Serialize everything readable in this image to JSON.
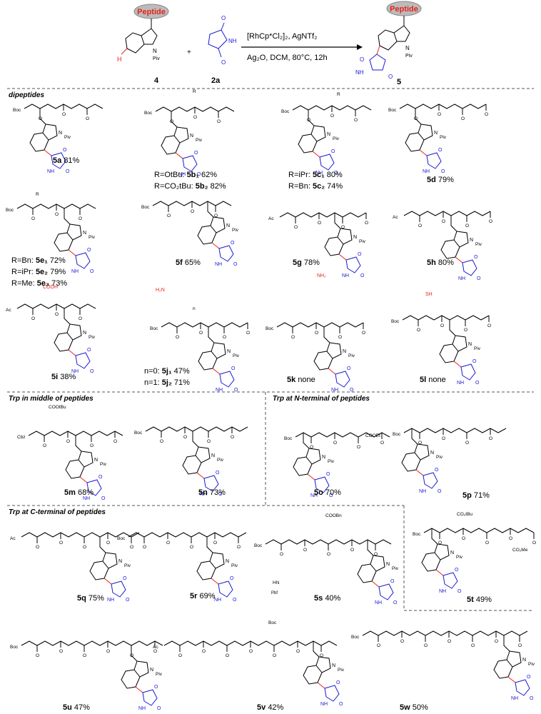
{
  "scheme": {
    "reactant_label": "4",
    "maleimide_label": "2a",
    "product_label": "5",
    "peptide_tag": "Peptide",
    "piv": "Piv",
    "nh": "NH",
    "o": "O",
    "h": "H",
    "n": "N",
    "plus": "+",
    "cond_line1": "[RhCp*Cl₂]₂,  AgNTf₂",
    "cond_line2": "Ag₂O, DCM, 80°C, 12h"
  },
  "sections": {
    "dipeptides": "dipeptides",
    "middle": "Trp in middle of peptides",
    "nterm": "Trp at N-terminal of peptides",
    "cterm": "Trp at C-terminal of peptides"
  },
  "compounds": {
    "c5a": {
      "id": "5a",
      "yield": "81%"
    },
    "c5b1": {
      "r": "R=OtBu:",
      "id": "5b₁",
      "yield": "62%"
    },
    "c5b2": {
      "r": "R=CO₂tBu:",
      "id": "5b₂",
      "yield": "82%"
    },
    "c5c1": {
      "r": "R=iPr:",
      "id": "5c₁",
      "yield": "80%"
    },
    "c5c2": {
      "r": "R=Bn:",
      "id": "5c₂",
      "yield": "74%"
    },
    "c5d": {
      "id": "5d",
      "yield": "79%"
    },
    "c5e1": {
      "r": "R=Bn:",
      "id": "5e₁",
      "yield": "72%"
    },
    "c5e2": {
      "r": "R=iPr:",
      "id": "5e₂",
      "yield": "79%"
    },
    "c5e3": {
      "r": "R=Me:",
      "id": "5e₃",
      "yield": "73%"
    },
    "c5f": {
      "id": "5f",
      "yield": "65%"
    },
    "c5g": {
      "id": "5g",
      "yield": "78%"
    },
    "c5h": {
      "id": "5h",
      "yield": "80%"
    },
    "c5i": {
      "id": "5i",
      "yield": "38%"
    },
    "c5j1": {
      "r": "n=0:",
      "id": "5j₁",
      "yield": "47%"
    },
    "c5j2": {
      "r": "n=1:",
      "id": "5j₂",
      "yield": "71%"
    },
    "c5k": {
      "id": "5k",
      "yield": "none"
    },
    "c5l": {
      "id": "5l",
      "yield": "none"
    },
    "c5m": {
      "id": "5m",
      "yield": "68%"
    },
    "c5n": {
      "id": "5n",
      "yield": "73%"
    },
    "c5o": {
      "id": "5o",
      "yield": "70%"
    },
    "c5p": {
      "id": "5p",
      "yield": "71%"
    },
    "c5q": {
      "id": "5q",
      "yield": "75%"
    },
    "c5r": {
      "id": "5r",
      "yield": "69%"
    },
    "c5s": {
      "id": "5s",
      "yield": "40%"
    },
    "c5t": {
      "id": "5t",
      "yield": "49%"
    },
    "c5u": {
      "id": "5u",
      "yield": "47%"
    },
    "c5v": {
      "id": "5v",
      "yield": "42%"
    },
    "c5w": {
      "id": "5w",
      "yield": "50%"
    }
  },
  "groups": {
    "boc": "Boc",
    "ac": "Ac",
    "cbz": "Cbz",
    "r": "R",
    "n": "n",
    "cooh": "COOH",
    "sh": "SH",
    "nh2": "NH₂",
    "h2n": "H₂N",
    "cootbu": "COOtBu",
    "cooet": "COOEt",
    "coobn": "COOBn",
    "co2tbu": "CO₂tBu",
    "co2me": "CO₂Me",
    "pbf": "Pbf",
    "hn": "HN"
  },
  "colors": {
    "tag_red": "#e8231c",
    "maleimide_blue": "#1a1ad6",
    "bond_red": "#e8231c"
  }
}
